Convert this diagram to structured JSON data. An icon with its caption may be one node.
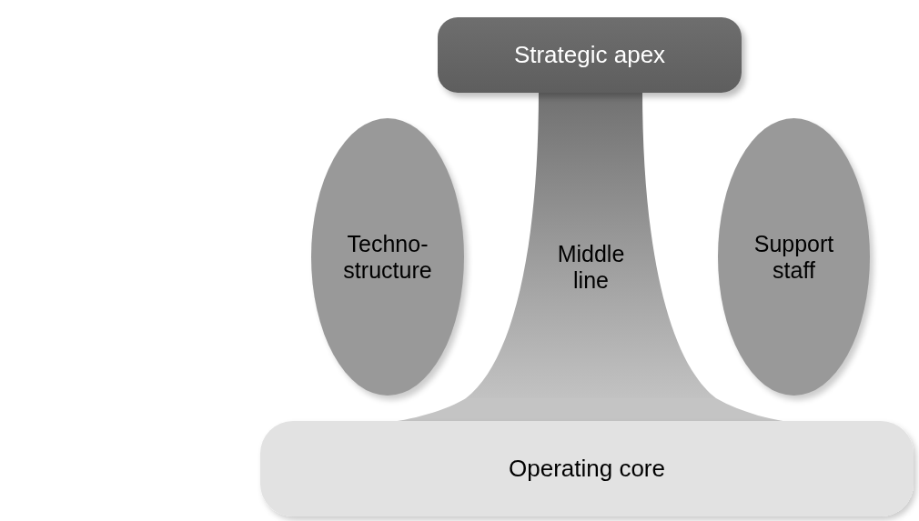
{
  "diagram": {
    "nodes": [
      {
        "text": [
          "Strategic apex"
        ]
      },
      {
        "text": [
          "Techno- structure"
        ]
      },
      {
        "text": [
          "Middle line"
        ]
      },
      {
        "text": [
          "Support staff"
        ]
      },
      {
        "text": [
          "Operating core"
        ]
      }
    ]
  }
}
